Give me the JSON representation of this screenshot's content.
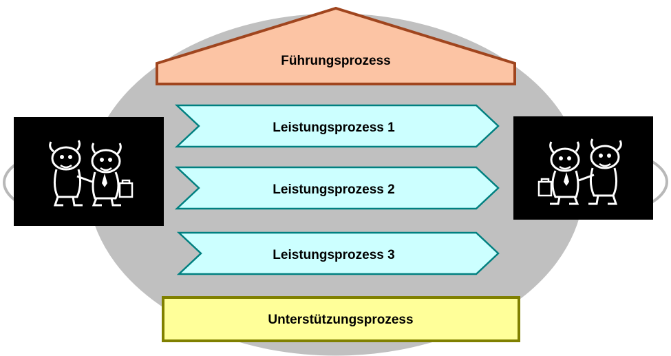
{
  "colors": {
    "background": "#ffffff",
    "ellipse_fill": "#c0c0c0",
    "ellipse_stroke": "#ffffff",
    "side_ellipse_stroke": "#b8b8b8",
    "roof_fill": "#fcc4a4",
    "roof_stroke": "#a0451e",
    "arrow_fill": "#ccffff",
    "arrow_stroke": "#008080",
    "support_fill": "#ffff99",
    "support_stroke": "#808000",
    "clipart_bg": "#000000",
    "clipart_line": "#ffffff"
  },
  "diagram": {
    "management": {
      "label": "Führungsprozess"
    },
    "core_processes": [
      {
        "label": "Leistungsprozess 1"
      },
      {
        "label": "Leistungsprozess 2"
      },
      {
        "label": "Leistungsprozess 3"
      }
    ],
    "support": {
      "label": "Unterstützungsprozess"
    },
    "clipart": [
      {
        "icon": "handshake-businessmen-icon"
      },
      {
        "icon": "handshake-businessmen-icon"
      }
    ]
  }
}
